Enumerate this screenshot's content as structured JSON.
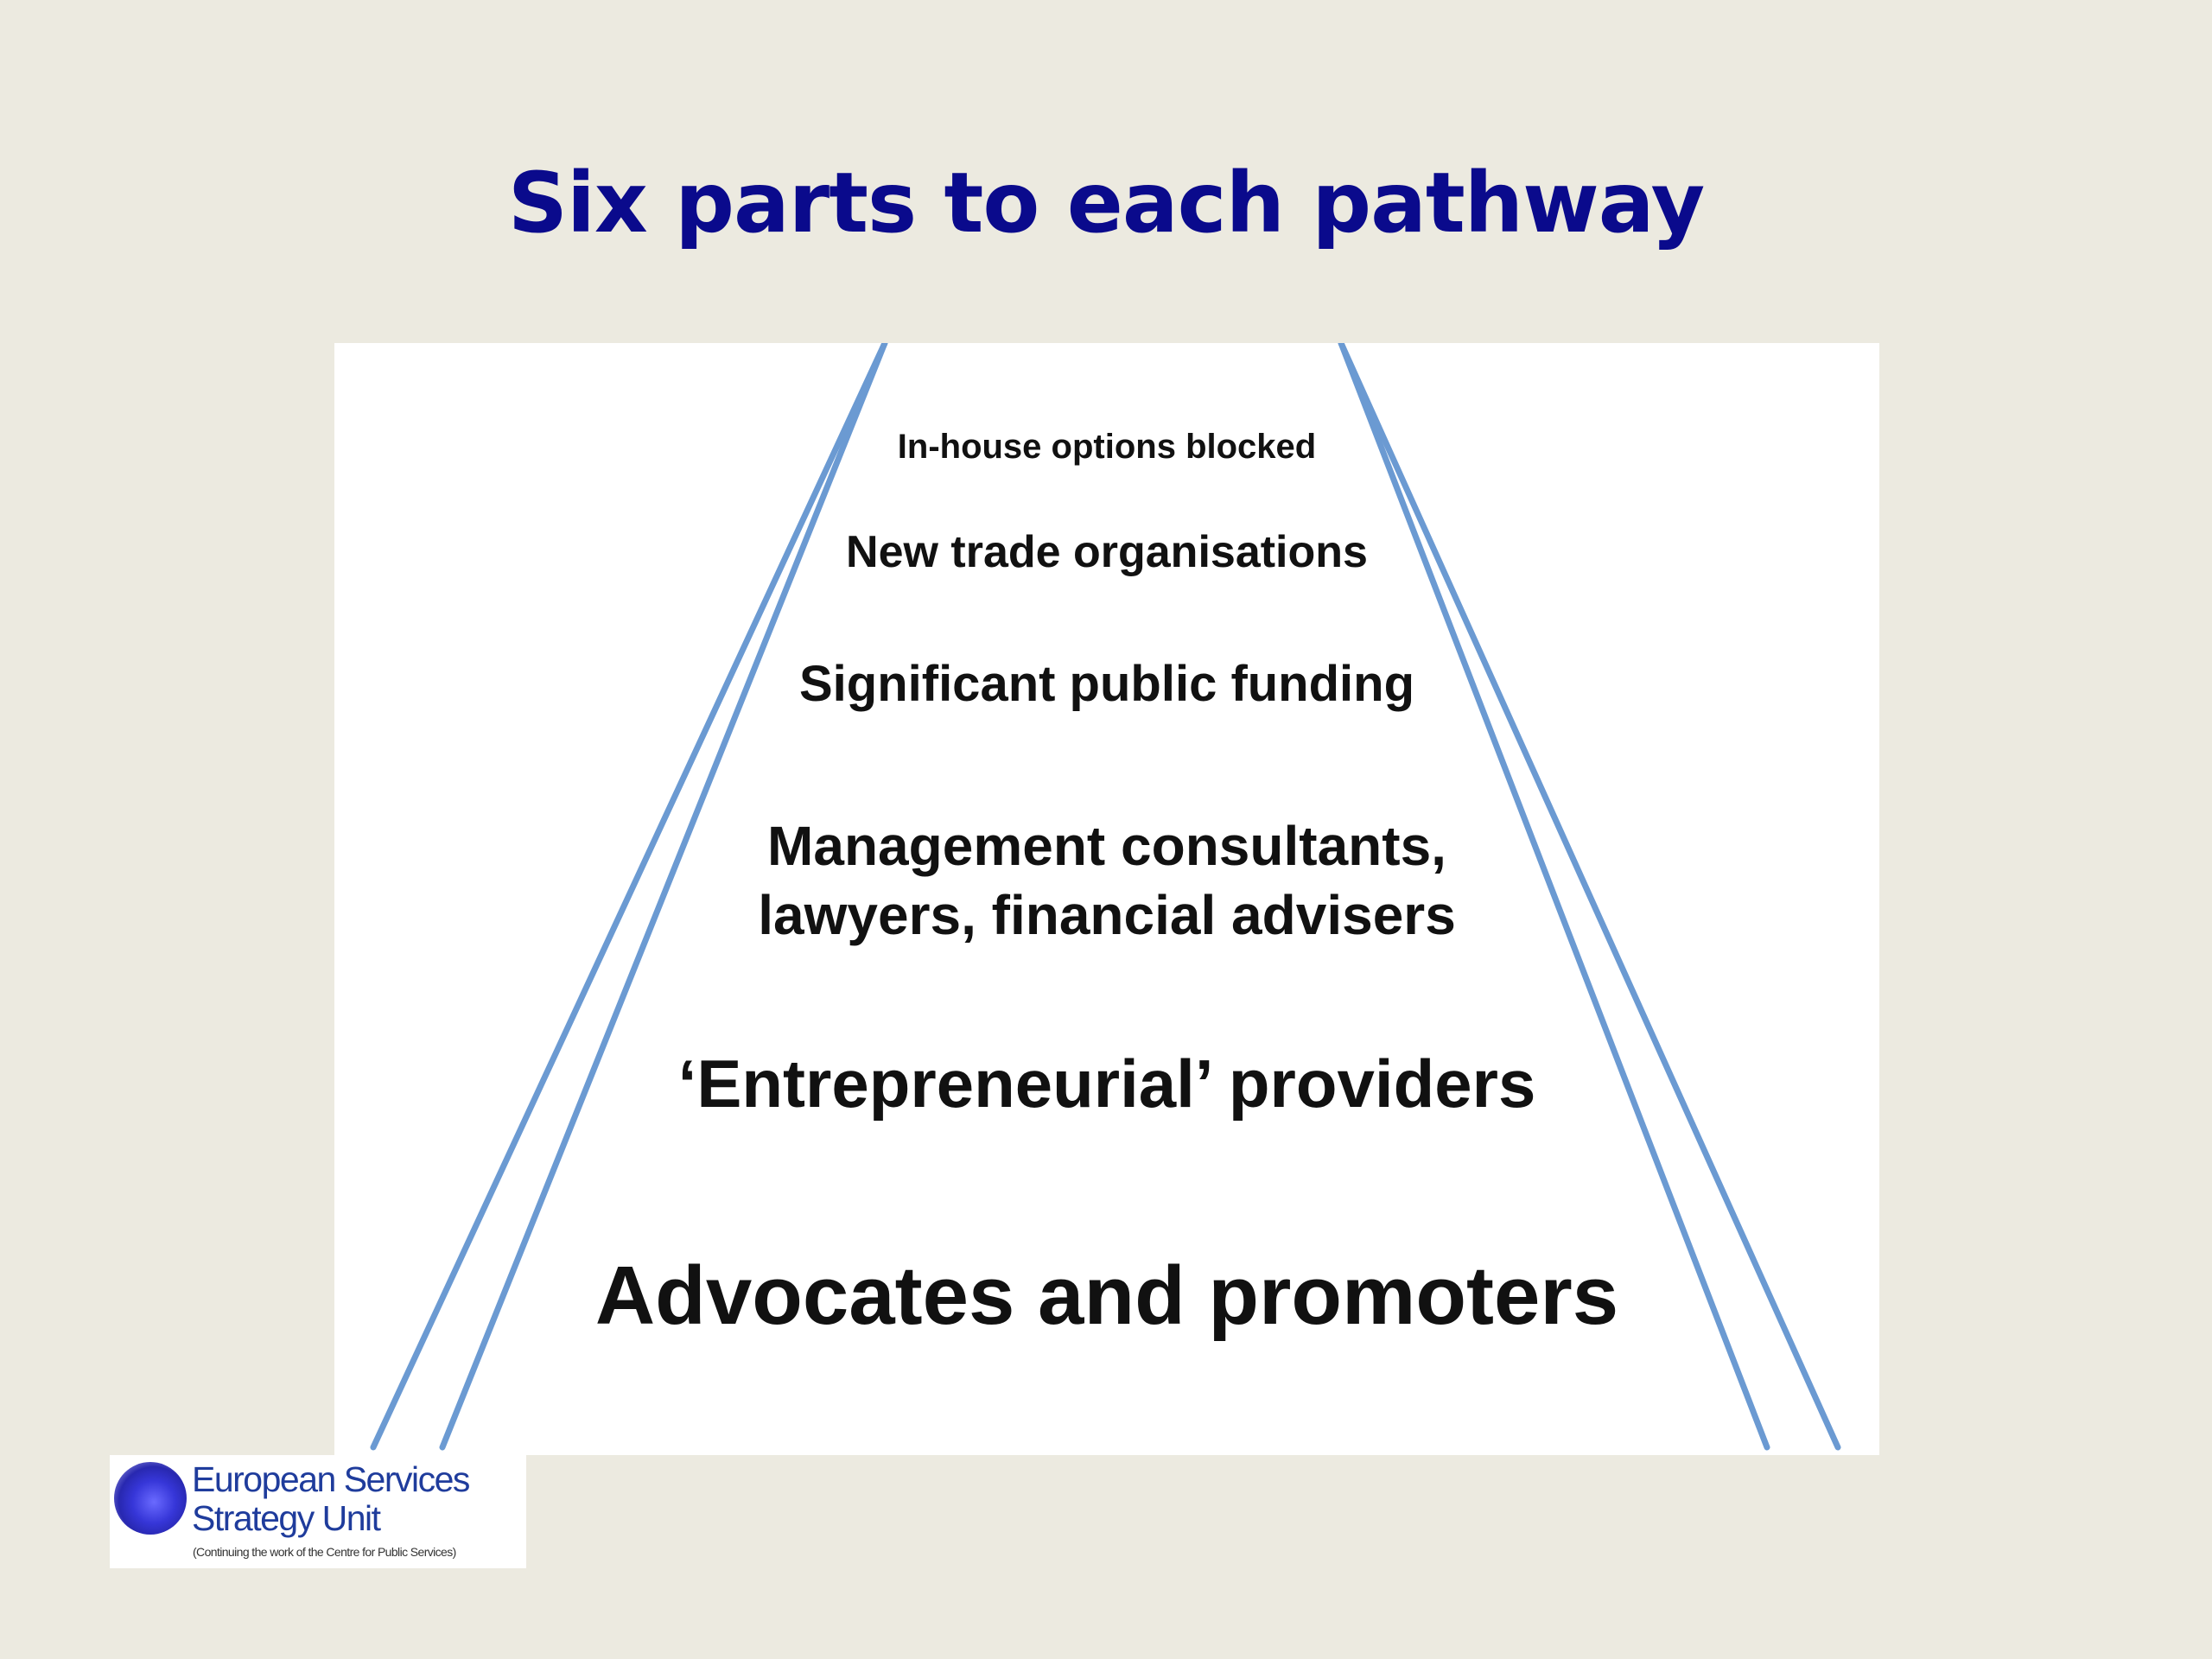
{
  "slide": {
    "title": "Six parts to each pathway",
    "background": "#ECEAE0",
    "title_color": "#0A0A8C"
  },
  "diagram": {
    "type": "pyramid",
    "line_color": "#6B9AD2",
    "layers": [
      {
        "label": "In-house options blocked"
      },
      {
        "label": "New trade organisations"
      },
      {
        "label": "Significant public funding"
      },
      {
        "label_lines": [
          "Management consultants,",
          "lawyers, financial advisers"
        ]
      },
      {
        "label": "‘Entrepreneurial’ providers"
      },
      {
        "label": "Advocates and promoters"
      }
    ]
  },
  "logo": {
    "line1": "European Services",
    "line2": "Strategy Unit",
    "tagline": "(Continuing the work of the Centre for Public Services)",
    "text_color": "#1F3C9C"
  }
}
